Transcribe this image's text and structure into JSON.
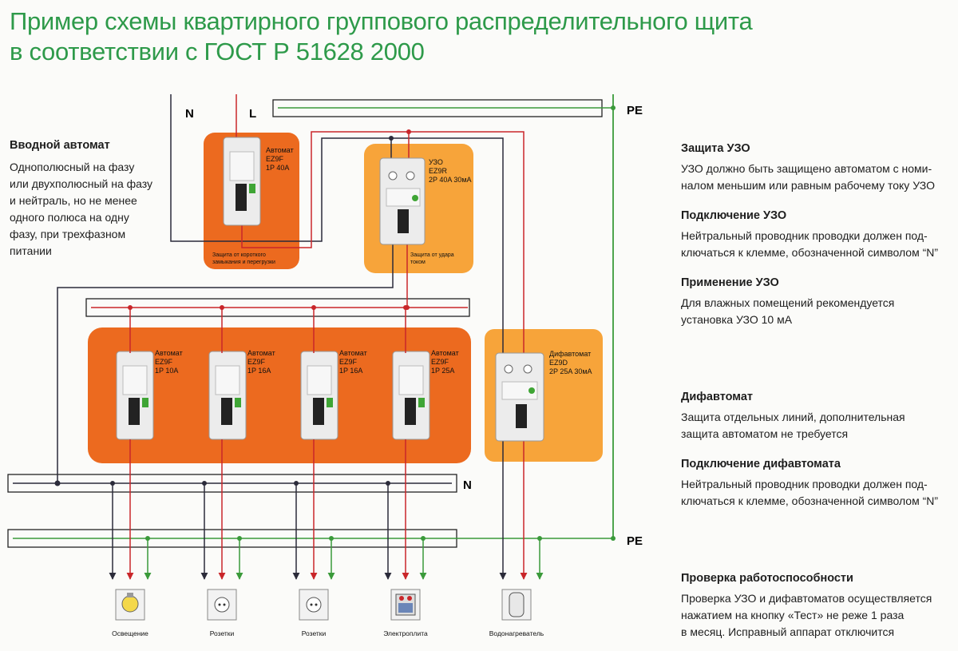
{
  "title_line1": "Пример схемы квартирного группового распределительного щита",
  "title_line2": "в соответствии с ГОСТ Р 51628 2000",
  "bus_labels": {
    "n_top": "N",
    "l_top": "L",
    "pe_top": "PE",
    "n_bus": "N",
    "pe_bus": "PE"
  },
  "main_breaker": {
    "line1": "Автомат",
    "line2": "EZ9F",
    "line3": "1P 40A",
    "caption1": "Защита от короткого",
    "caption2": "замыкания и перегрузки"
  },
  "rcd": {
    "line1": "УЗО",
    "line2": "EZ9R",
    "line3": "2P 40A 30мА",
    "caption1": "Защита от удара",
    "caption2": "током"
  },
  "breakers": [
    {
      "line1": "Автомат",
      "line2": "EZ9F",
      "line3": "1P 10A"
    },
    {
      "line1": "Автомат",
      "line2": "EZ9F",
      "line3": "1P 16A"
    },
    {
      "line1": "Автомат",
      "line2": "EZ9F",
      "line3": "1P 16A"
    },
    {
      "line1": "Автомат",
      "line2": "EZ9F",
      "line3": "1P 25A"
    }
  ],
  "rcbo": {
    "line1": "Дифавтомат",
    "line2": "EZ9D",
    "line3": "2P 25A 30мА"
  },
  "loads": [
    "Освещение",
    "Розетки",
    "Розетки",
    "Электроплита",
    "Водонагреватель"
  ],
  "left_note": {
    "heading": "Вводной автомат",
    "lines": [
      "Однополюсный на фазу",
      "или двухполюсный на фазу",
      "и нейтраль, но не менее",
      "одного полюса на одну",
      "фазу, при трехфазном",
      "питании"
    ]
  },
  "right_notes": [
    {
      "heading": "Защита УЗО",
      "lines": [
        "УЗО должно быть защищено автоматом с номи-",
        "налом меньшим или равным рабочему току УЗО"
      ]
    },
    {
      "heading": "Подключение УЗО",
      "lines": [
        "Нейтральный проводник проводки должен под-",
        "ключаться к клемме, обозначенной символом “N”"
      ]
    },
    {
      "heading": "Применение УЗО",
      "lines": [
        "Для влажных помещений рекомендуется",
        "установка  УЗО 10 мА"
      ]
    },
    {
      "heading": "Дифавтомат",
      "lines": [
        "Защита отдельных линий, дополнительная",
        "защита автоматом не требуется"
      ]
    },
    {
      "heading": "Подключение дифавтомата",
      "lines": [
        "Нейтральный проводник проводки должен под-",
        "ключаться к клемме, обозначенной символом “N”"
      ]
    },
    {
      "heading": "Проверка работоспособности",
      "lines": [
        "Проверка УЗО и дифавтоматов осуществляется",
        "нажатием на кнопку «Тест» не реже 1 раза",
        "в месяц. Исправный аппарат отключится"
      ]
    }
  ],
  "colors": {
    "title": "#2e9a4a",
    "phase_wire": "#c9262a",
    "neutral_wire": "#2b2b3a",
    "pe_wire": "#3a9a3a",
    "panel_dark": "#ec6a1f",
    "panel_light": "#f7a43a",
    "device": "#ececec",
    "brand_green": "#3fa535"
  }
}
